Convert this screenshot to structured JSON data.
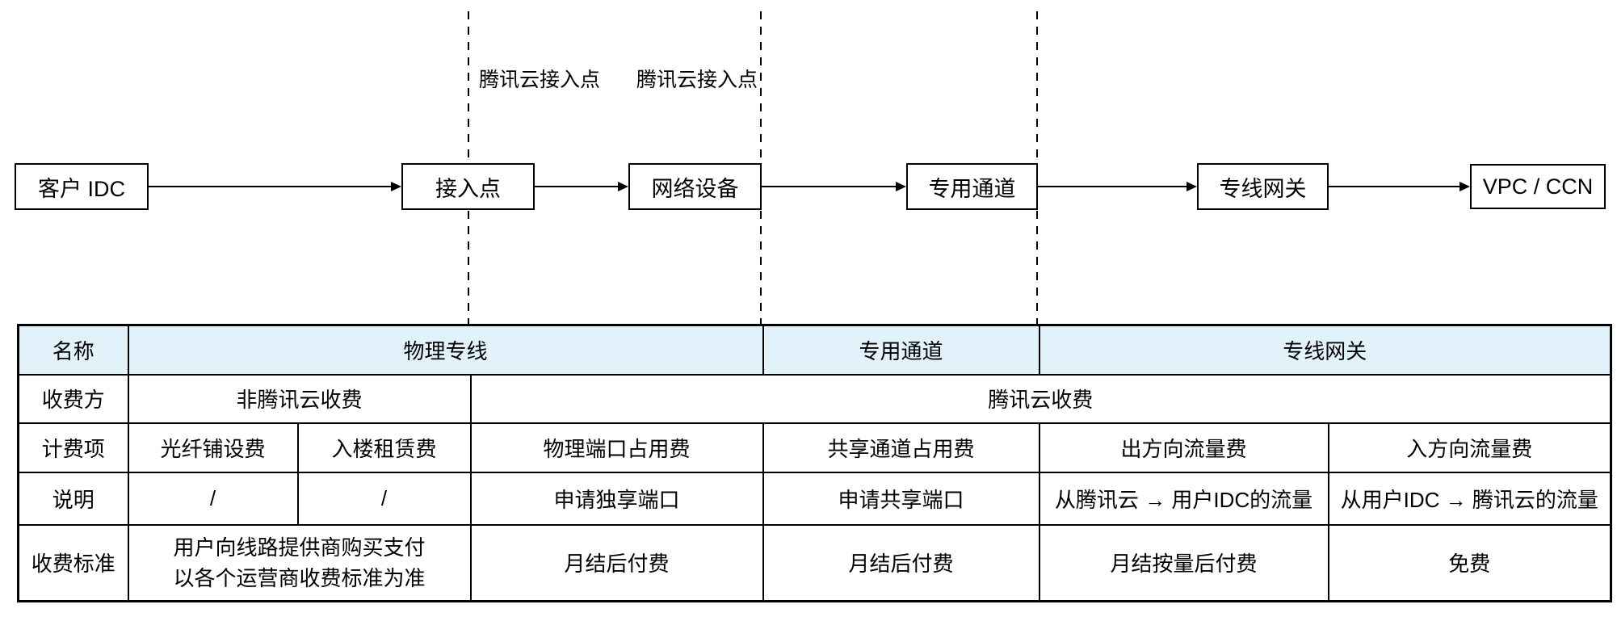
{
  "diagram": {
    "nodes": [
      {
        "label": "客户 IDC"
      },
      {
        "label": "接入点"
      },
      {
        "label": "网络设备"
      },
      {
        "label": "专用通道"
      },
      {
        "label": "专线网关"
      },
      {
        "label": "VPC / CCN"
      }
    ],
    "zone_labels": [
      {
        "text": "腾讯云接入点"
      },
      {
        "text": "腾讯云接入点"
      }
    ]
  },
  "table": {
    "rows": [
      {
        "header": "名称",
        "cells": [
          {
            "text": "物理专线"
          },
          {
            "text": "专用通道"
          },
          {
            "text": "专线网关"
          }
        ]
      },
      {
        "header": "收费方",
        "cells": [
          {
            "text": "非腾讯云收费"
          },
          {
            "text": "腾讯云收费"
          }
        ]
      },
      {
        "header": "计费项",
        "cells": [
          {
            "text": "光纤铺设费"
          },
          {
            "text": "入楼租赁费"
          },
          {
            "text": "物理端口占用费"
          },
          {
            "text": "共享通道占用费"
          },
          {
            "text": "出方向流量费"
          },
          {
            "text": "入方向流量费"
          }
        ]
      },
      {
        "header": "说明",
        "cells": [
          {
            "text": "/"
          },
          {
            "text": "/"
          },
          {
            "text": "申请独享端口"
          },
          {
            "text": "申请共享端口"
          },
          {
            "text": "从腾讯云 → 用户IDC的流量"
          },
          {
            "text": "从用户IDC → 腾讯云的流量"
          }
        ]
      },
      {
        "header": "收费标准",
        "cells": [
          {
            "line1": "用户向线路提供商购买支付",
            "line2": "以各个运营商收费标准为准"
          },
          {
            "text": "月结后付费"
          },
          {
            "text": "月结后付费"
          },
          {
            "text": "月结按量后付费"
          },
          {
            "text": "免费"
          }
        ]
      }
    ]
  },
  "colors": {
    "table_header_row_bg": "#e1f2fb",
    "line_color": "#000000"
  }
}
